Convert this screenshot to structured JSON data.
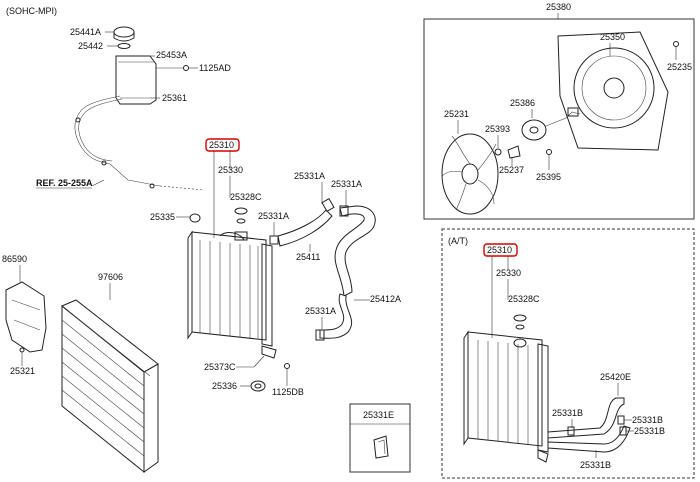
{
  "header": {
    "variant": "(SOHC-MPI)"
  },
  "reference": "REF. 25-255A",
  "labels": {
    "p25441A": "25441A",
    "p25442": "25442",
    "p25453A": "25453A",
    "p1125AD": "1125AD",
    "p25361": "25361",
    "p25310": "25310",
    "p25330": "25330",
    "p25328C": "25328C",
    "p25331A_a": "25331A",
    "p25331A_b": "25331A",
    "p25331A_c": "25331A",
    "p25331A_d": "25331A",
    "p25335": "25335",
    "p25411": "25411",
    "p25412A": "25412A",
    "p86590": "86590",
    "p97606": "97606",
    "p25321": "25321",
    "p25373C": "25373C",
    "p25336": "25336",
    "p1125DB": "1125DB",
    "p25331E": "25331E",
    "p25380": "25380",
    "p25350": "25350",
    "p25235": "25235",
    "p25231": "25231",
    "p25386": "25386",
    "p25393": "25393",
    "p25237": "25237",
    "p25395": "25395"
  },
  "at_box": {
    "title": "(A/T)",
    "p25310": "25310",
    "p25330": "25330",
    "p25328C": "25328C",
    "p25420E": "25420E",
    "p25331B_a": "25331B",
    "p25331B_b": "25331B",
    "p25331B_c": "25331B",
    "p25331B_d": "25331B"
  },
  "colors": {
    "highlight": "#d40000",
    "line": "#222222"
  }
}
